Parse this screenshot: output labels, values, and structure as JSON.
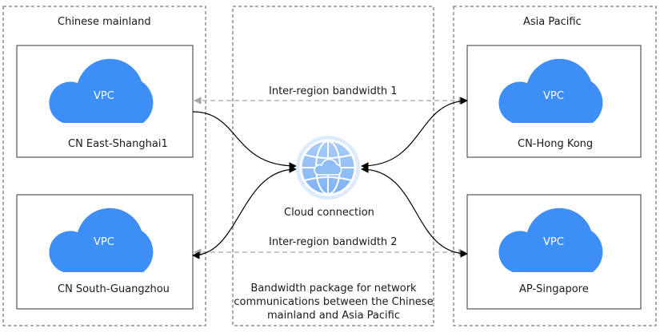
{
  "regions": {
    "left_title": "Chinese mainland",
    "right_title": "Asia Pacific"
  },
  "vpcs": [
    {
      "cloud_text": "VPC",
      "location": "CN East-Shanghai1"
    },
    {
      "cloud_text": "VPC",
      "location": "CN South-Guangzhou"
    },
    {
      "cloud_text": "VPC",
      "location": "CN-Hong Kong"
    },
    {
      "cloud_text": "VPC",
      "location": "AP-Singapore"
    }
  ],
  "links": {
    "bandwidth1": "Inter-region bandwidth 1",
    "bandwidth2": "Inter-region bandwidth 2"
  },
  "hub": {
    "label": "Cloud connection",
    "icon": "cloud-connection-globe-icon"
  },
  "package_note": {
    "line1": "Bandwidth package for network",
    "line2": "communications between the Chinese",
    "line3": "mainland and Asia Pacific"
  },
  "colors": {
    "cloud": "#3d8ef7",
    "globe": "#8fbdf5",
    "dashed_line": "#b3b3b3",
    "box_border": "#333333",
    "region_border": "#555555"
  }
}
